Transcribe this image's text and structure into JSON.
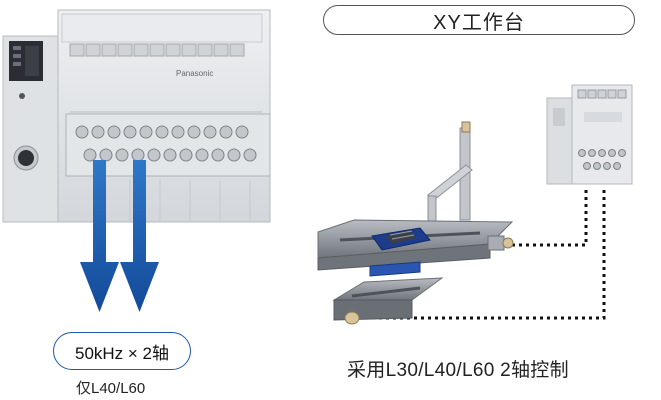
{
  "header": {
    "title": "XY工作台"
  },
  "plc": {
    "brand": "Panasonic"
  },
  "output": {
    "spec": "50kHz × 2轴",
    "note": "仅L40/L60"
  },
  "stage": {
    "caption": "采用L30/L40/L60 2轴控制"
  },
  "colors": {
    "arrow_blue": "#1b5aa8",
    "plc_body": "#e4e7ea",
    "stage_gray": "#8c9097",
    "table_blue": "#1e3c8c",
    "dotted_line": "#111111"
  }
}
